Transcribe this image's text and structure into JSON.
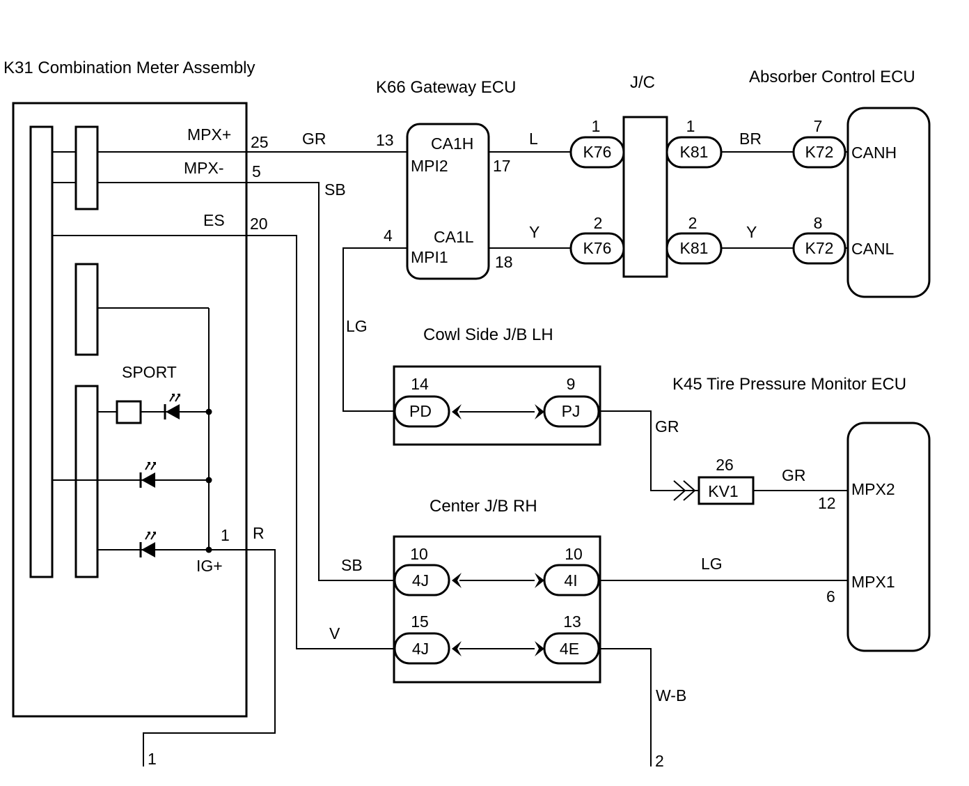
{
  "components": {
    "meter": "K31 Combination Meter Assembly",
    "gateway": "K66 Gateway ECU",
    "jc": "J/C",
    "absorber": "Absorber Control ECU",
    "cowl": "Cowl Side J/B LH",
    "tpms": "K45 Tire Pressure Monitor ECU",
    "center": "Center J/B RH"
  },
  "meter_terms": {
    "mpx_plus": "MPX+",
    "mpx_minus": "MPX-",
    "es": "ES",
    "igp": "IG+",
    "sport": "SPORT"
  },
  "meter_pins": {
    "mpx_plus": "25",
    "mpx_minus": "5",
    "es": "20",
    "igp": "1"
  },
  "gateway_terms": {
    "ca1h": "CA1H",
    "mpi2": "MPI2",
    "ca1l": "CA1L",
    "mpi1": "MPI1"
  },
  "gateway_pins": {
    "mpi2": "13",
    "ca1h": "17",
    "mpi1": "4",
    "ca1l": "18"
  },
  "absorber_terms": {
    "canh": "CANH",
    "canl": "CANL"
  },
  "tpms_terms": {
    "mpx2": "MPX2",
    "mpx1": "MPX1"
  },
  "tpms_pins": {
    "mpx2": "12",
    "mpx1": "6"
  },
  "connectors": {
    "k76_top": {
      "code": "K76",
      "pin": "1"
    },
    "k81_top": {
      "code": "K81",
      "pin": "1"
    },
    "k72_top": {
      "code": "K72",
      "pin": "7"
    },
    "k76_bot": {
      "code": "K76",
      "pin": "2"
    },
    "k81_bot": {
      "code": "K81",
      "pin": "2"
    },
    "k72_bot": {
      "code": "K72",
      "pin": "8"
    },
    "pd": {
      "code": "PD",
      "pin": "14"
    },
    "pj": {
      "code": "PJ",
      "pin": "9"
    },
    "kv1": {
      "code": "KV1",
      "pin": "26"
    },
    "j4j_a": {
      "code": "4J",
      "pin": "10"
    },
    "j4i": {
      "code": "4I",
      "pin": "10"
    },
    "j4j_b": {
      "code": "4J",
      "pin": "15"
    },
    "j4e": {
      "code": "4E",
      "pin": "13"
    }
  },
  "wire_colors": {
    "gr_top": "GR",
    "sb_top": "SB",
    "l": "L",
    "y_a": "Y",
    "y_b": "Y",
    "br": "BR",
    "lg_left": "LG",
    "gr_pj": "GR",
    "gr_kv1": "GR",
    "r": "R",
    "sb_low": "SB",
    "lg_low": "LG",
    "v": "V",
    "wb": "W-B"
  },
  "continuation": {
    "left": "1",
    "right": "2"
  }
}
